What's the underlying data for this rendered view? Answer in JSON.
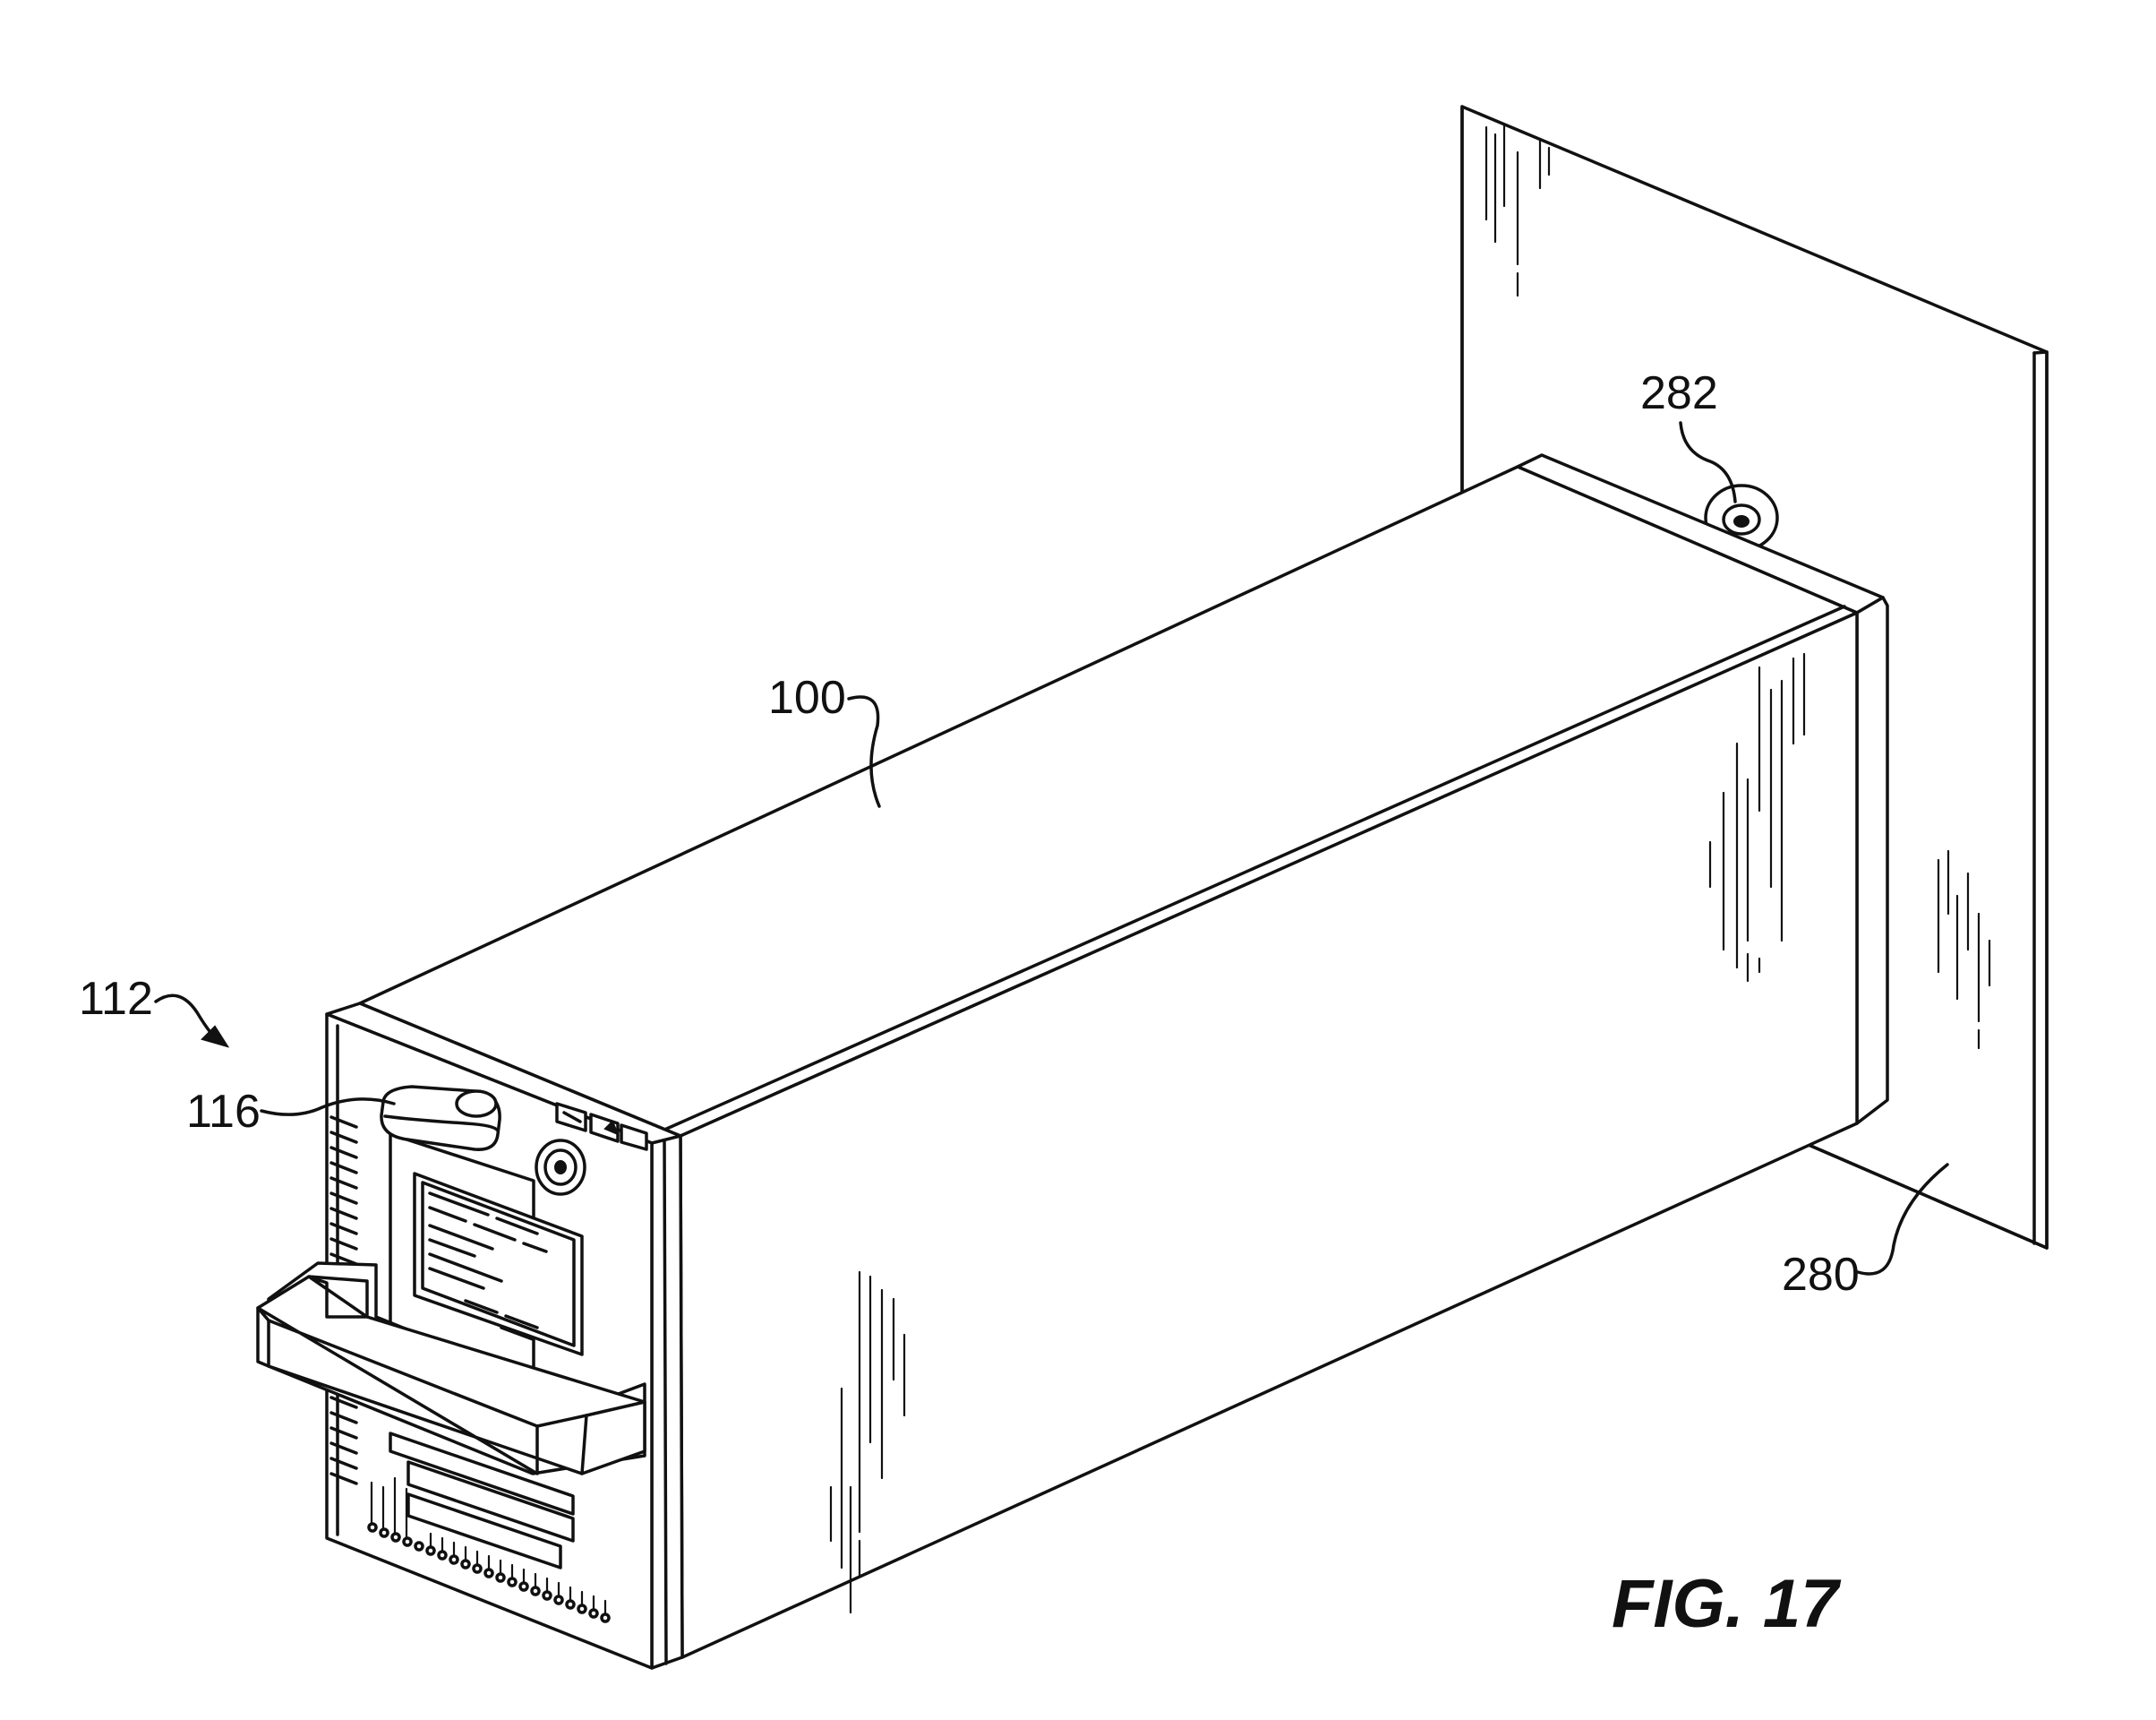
{
  "figure": {
    "caption": "FIG. 17"
  },
  "reference_labels": {
    "device_100": "100",
    "assembly_112": "112",
    "handle_116": "116",
    "panel_280": "280",
    "fastener_282": "282"
  },
  "colors": {
    "line": "#111111",
    "background": "#ffffff"
  }
}
